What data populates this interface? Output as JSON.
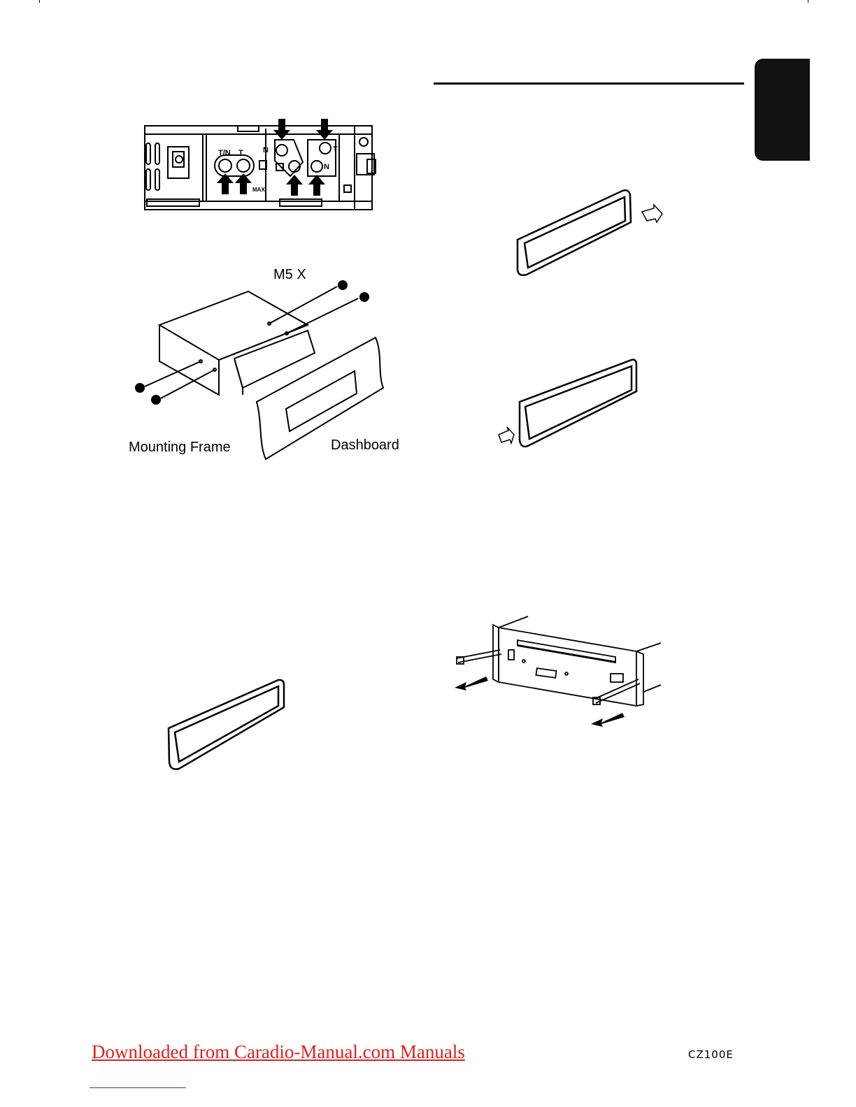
{
  "page": {
    "footer_link": "Downloaded from Caradio-Manual.com Manuals",
    "model": "CZ100E"
  },
  "figures": {
    "bracket": {
      "labels": [
        "T/N",
        "T",
        "N",
        "T",
        "N",
        "MAX"
      ]
    },
    "mounting": {
      "screw_label": "M5 X",
      "frame_label": "Mounting Frame",
      "dashboard_label": "Dashboard"
    }
  }
}
